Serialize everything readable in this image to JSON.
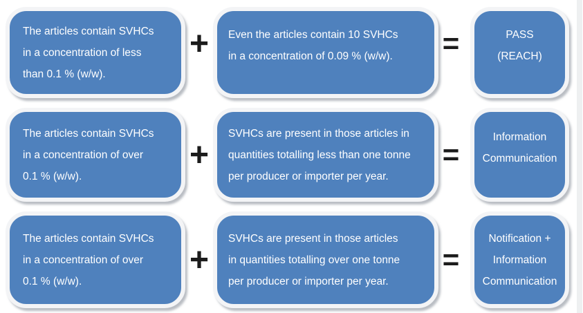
{
  "diagram": {
    "accent_color": "#4F81BD",
    "text_color": "#ffffff",
    "operator_color": "#1c1c1c",
    "rows": [
      {
        "condition_a": {
          "lines": [
            "The articles contain SVHCs",
            "in a concentration of less",
            "than 0.1 % (w/w)."
          ]
        },
        "plus": "+",
        "condition_b": {
          "lines": [
            "Even the articles contain 10 SVHCs",
            "in a concentration of 0.09 % (w/w)."
          ]
        },
        "equals": "=",
        "result": {
          "lines": [
            "PASS",
            "(REACH)"
          ]
        }
      },
      {
        "condition_a": {
          "lines": [
            "The articles contain SVHCs",
            "in a concentration of over",
            "0.1 % (w/w)."
          ]
        },
        "plus": "+",
        "condition_b": {
          "lines": [
            "SVHCs are present in those articles in",
            "quantities totalling less than one tonne",
            "per producer or importer per year."
          ]
        },
        "equals": "=",
        "result": {
          "lines": [
            "Information",
            "Communication"
          ]
        }
      },
      {
        "condition_a": {
          "lines": [
            "The articles contain SVHCs",
            "in a concentration of over",
            "0.1 % (w/w)."
          ]
        },
        "plus": "+",
        "condition_b": {
          "lines": [
            "SVHCs are present in those articles",
            "in quantities totalling over one tonne",
            "per producer or importer per year."
          ]
        },
        "equals": "=",
        "result": {
          "lines": [
            "Notification +",
            "Information",
            "Communication"
          ]
        }
      }
    ]
  }
}
